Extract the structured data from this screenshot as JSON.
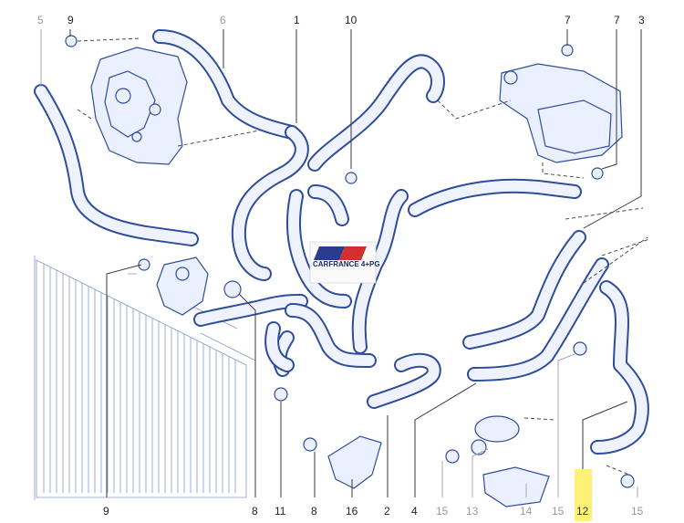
{
  "callouts": {
    "c5": "5",
    "c9_top": "9",
    "c6": "6",
    "c1": "1",
    "c10": "10",
    "c7_a": "7",
    "c7_b": "7",
    "c3": "3",
    "c9_bot": "9",
    "c8_a": "8",
    "c11": "11",
    "c8_b": "8",
    "c16": "16",
    "c2": "2",
    "c4": "4",
    "c15_a": "15",
    "c13": "13",
    "c14": "14",
    "c15_b": "15",
    "c12": "12",
    "c15_c": "15"
  },
  "logo": {
    "text": "CARFRANCE 4+PG"
  },
  "colors": {
    "line_art": "#2f4d9a",
    "highlight": "#fff176",
    "muted_callout": "#9a9a9a"
  }
}
